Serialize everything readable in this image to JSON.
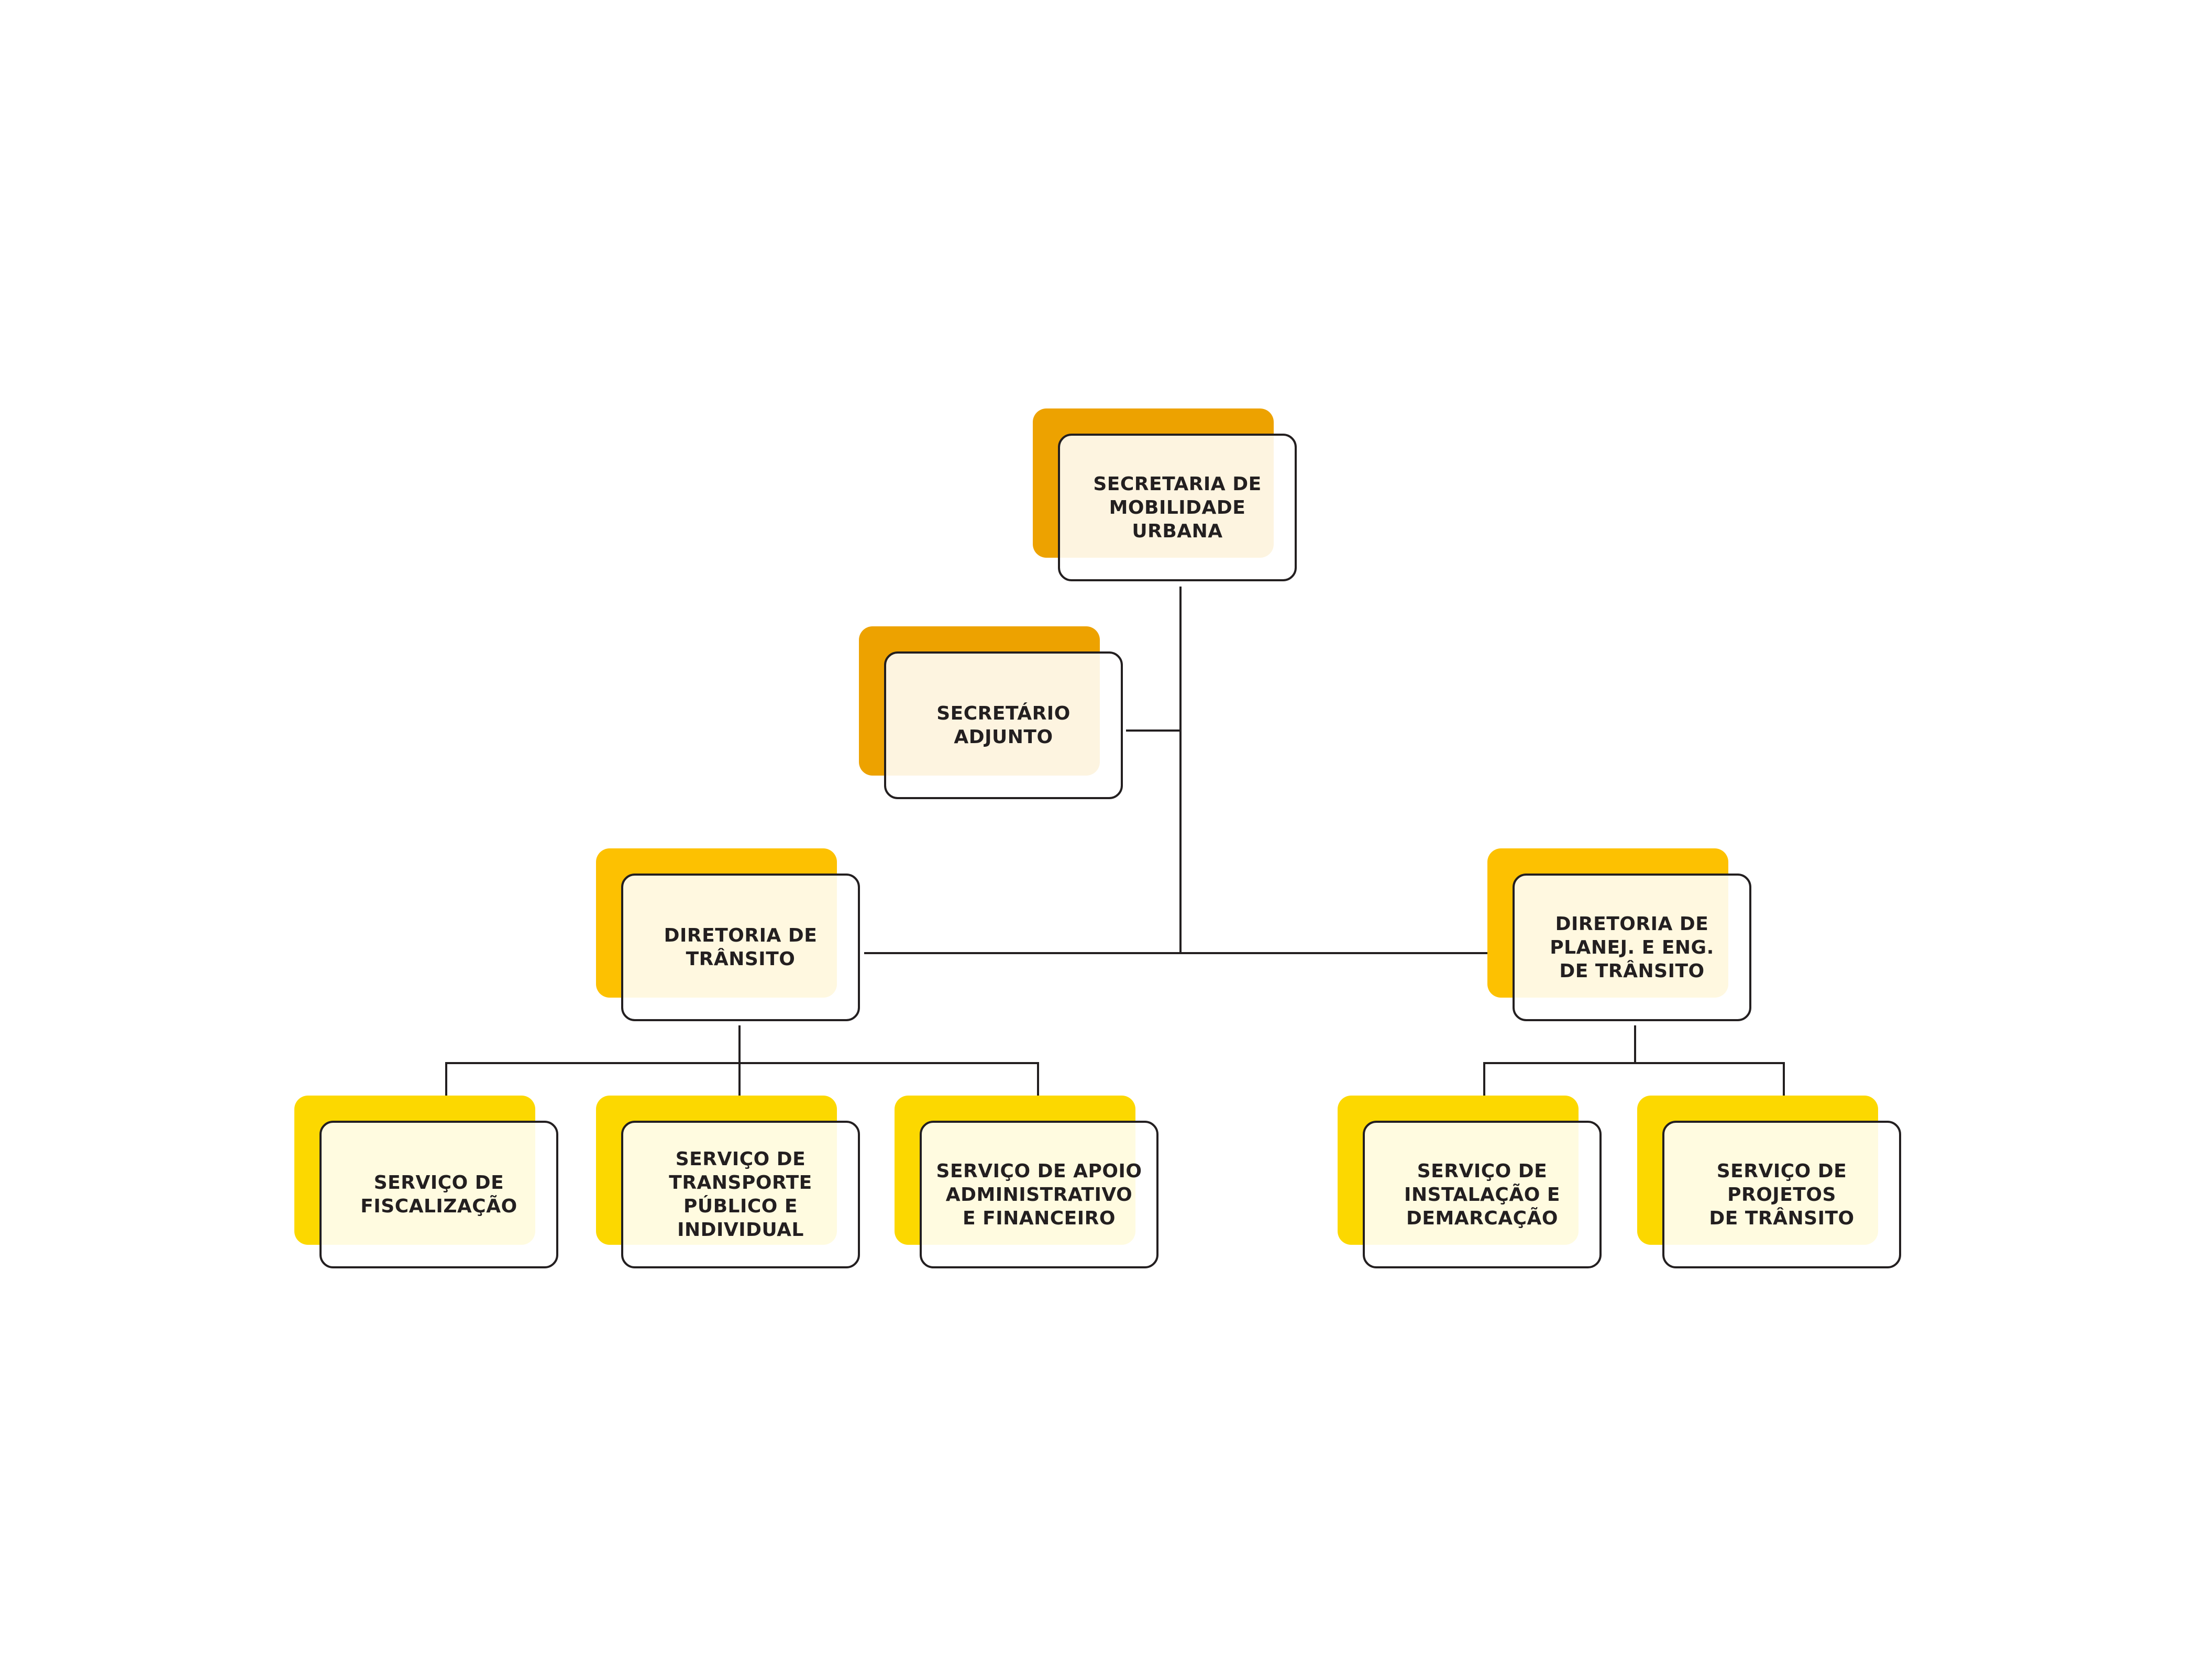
{
  "colors": {
    "dark_orange": "#eda200",
    "amber": "#fdc101",
    "yellow": "#fcd800",
    "outline": "#231f20",
    "background": "#ffffff"
  },
  "nodes": {
    "secretaria": {
      "label": "SECRETARIA DE\nMOBILIDADE\nURBANA",
      "accent": "#eda200"
    },
    "secretario_adjunto": {
      "label": "SECRETÁRIO\nADJUNTO",
      "accent": "#eda200"
    },
    "diretoria_transito": {
      "label": "DIRETORIA DE\nTRÂNSITO",
      "accent": "#fdc101"
    },
    "diretoria_planej": {
      "label": "DIRETORIA DE\nPLANEJ. E ENG.\nDE TRÂNSITO",
      "accent": "#fdc101"
    },
    "servico_fiscalizacao": {
      "label": "SERVIÇO DE\nFISCALIZAÇÃO",
      "accent": "#fcd800"
    },
    "servico_transporte": {
      "label": "SERVIÇO DE\nTRANSPORTE\nPÚBLICO E\nINDIVIDUAL",
      "accent": "#fcd800"
    },
    "servico_apoio": {
      "label": "SERVIÇO DE APOIO\nADMINISTRATIVO\nE FINANCEIRO",
      "accent": "#fcd800"
    },
    "servico_instalacao": {
      "label": "SERVIÇO DE\nINSTALAÇÃO E\nDEMARCAÇÃO",
      "accent": "#fcd800"
    },
    "servico_projetos": {
      "label": "SERVIÇO DE\nPROJETOS\nDE TRÂNSITO",
      "accent": "#fcd800"
    }
  },
  "edges": [
    [
      "secretaria",
      "secretario_adjunto"
    ],
    [
      "secretaria",
      "diretoria_transito"
    ],
    [
      "secretaria",
      "diretoria_planej"
    ],
    [
      "diretoria_transito",
      "servico_fiscalizacao"
    ],
    [
      "diretoria_transito",
      "servico_transporte"
    ],
    [
      "diretoria_transito",
      "servico_apoio"
    ],
    [
      "diretoria_planej",
      "servico_instalacao"
    ],
    [
      "diretoria_planej",
      "servico_projetos"
    ]
  ]
}
